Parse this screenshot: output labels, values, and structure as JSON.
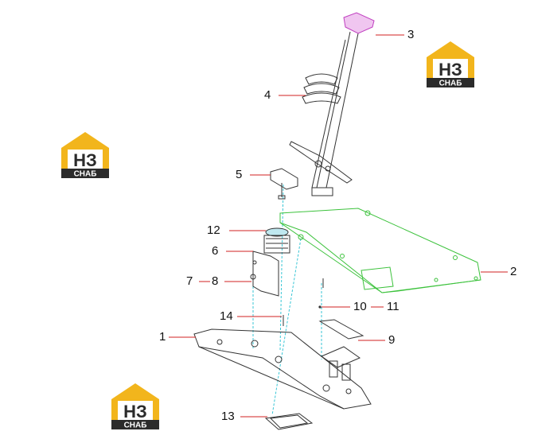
{
  "logos": [
    {
      "id": "logo-top-right",
      "letters": "НЗ",
      "subtitle": "СНАБ"
    },
    {
      "id": "logo-left",
      "letters": "НЗ",
      "subtitle": "СНАБ"
    },
    {
      "id": "logo-bottom",
      "letters": "НЗ",
      "subtitle": "СНАБ"
    }
  ],
  "callouts": {
    "c1": "1",
    "c2": "2",
    "c3": "3",
    "c4": "4",
    "c5": "5",
    "c6": "6",
    "c7": "7",
    "c8": "8",
    "c9": "9",
    "c10": "10",
    "c11": "11",
    "c12": "12",
    "c13": "13",
    "c14": "14"
  },
  "colors": {
    "leader": "#d02020",
    "frame_outline": "#3cc23c",
    "assembly_axis": "#39c6d6",
    "highlight_part": "#c040c0",
    "logo_gold": "#f2b51c",
    "logo_dark": "#2b2b2b"
  }
}
